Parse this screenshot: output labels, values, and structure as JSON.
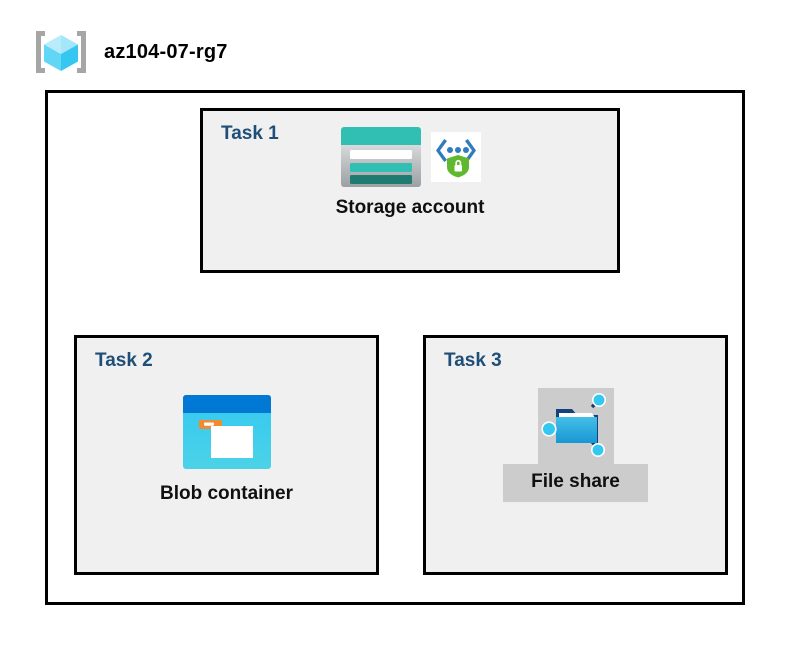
{
  "header": {
    "icon": "resource-group-icon",
    "title": "az104-07-rg7"
  },
  "diagram": {
    "container_label": "resource-group-boundary",
    "tasks": [
      {
        "id": "task1",
        "label": "Task 1",
        "node_caption": "Storage account",
        "icons": [
          "storage-account-icon",
          "private-endpoint-icon"
        ]
      },
      {
        "id": "task2",
        "label": "Task 2",
        "node_caption": "Blob container",
        "icons": [
          "blob-container-icon"
        ]
      },
      {
        "id": "task3",
        "label": "Task 3",
        "node_caption": "File share",
        "icons": [
          "file-share-icon"
        ]
      }
    ],
    "connections": [
      {
        "from": "Storage account",
        "to": "Blob container"
      },
      {
        "from": "Storage account",
        "to": "File share"
      }
    ]
  },
  "colors": {
    "task_label": "#1F4E79",
    "caption": "#101010",
    "task_box_fill": "#F0F0F0",
    "container_fill": "#FFFFFF",
    "border": "#000000",
    "highlight_block": "#CCCCCC",
    "storage_teal": "#31BFB4",
    "storage_teal_dark": "#1F7A72",
    "blob_blue": "#0078D4",
    "blob_cyan": "#32C8F0",
    "blob_orange": "#F28B30",
    "shield_green": "#5FB82D",
    "node_cyan": "#32C8F0",
    "rg_cube_cyan": "#96E3F7",
    "bracket_gray": "#A6A6A6"
  }
}
